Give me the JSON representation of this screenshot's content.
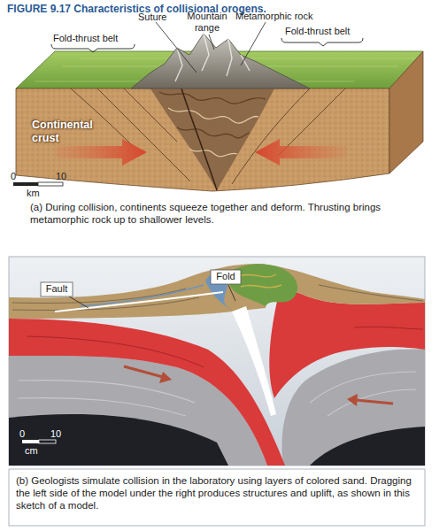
{
  "diagram": {
    "title": "FIGURE 9.17 Characteristics of collisional orogens.",
    "labels": [
      "Suture",
      "Mountain range",
      "Metamorphic rock",
      "Fold-thrust belt",
      "Fold-thrust belt",
      "Continental crust",
      "0",
      "10",
      "km",
      "(a) During collision, continents squeeze together and deform. Thrusting brings metamorphic rock up to shallower levels.",
      "Fold",
      "Fault",
      "0",
      "10",
      "cm",
      "(b) Geologists simulate collision in the laboratory using layers of colored sand. Dragging the left side of the model under the right produces structures and uplift, as shown in this sketch of a model."
    ]
  }
}
